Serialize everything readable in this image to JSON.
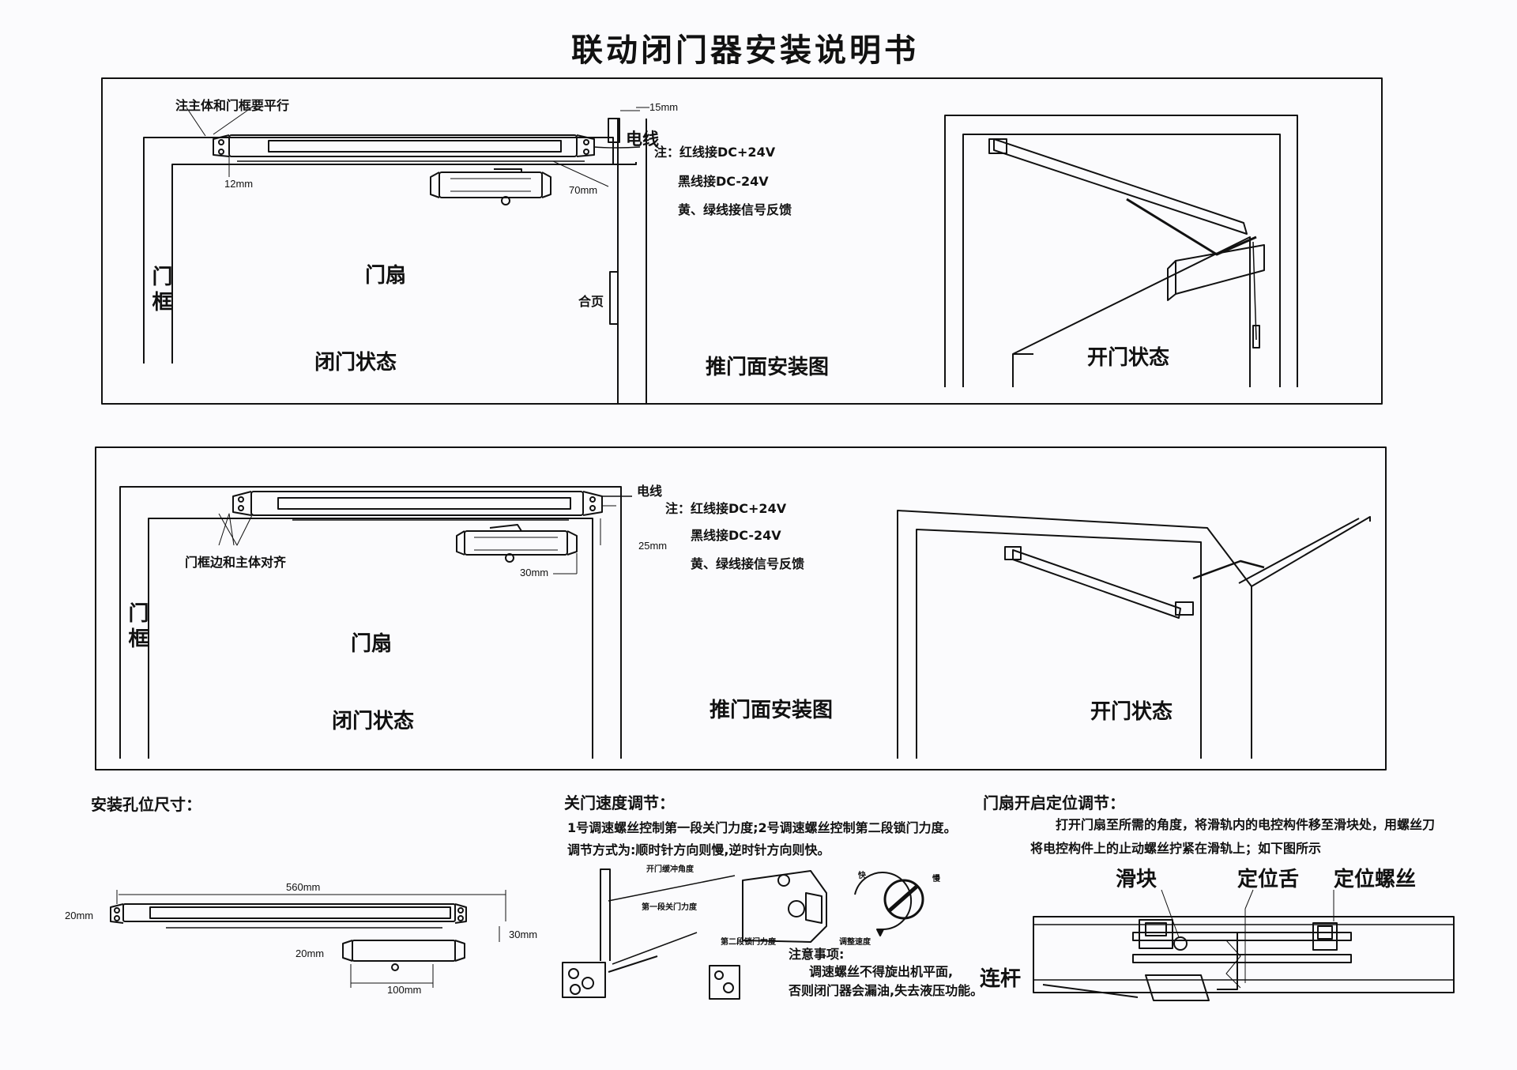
{
  "title": "联动闭门器安装说明书",
  "panel1": {
    "note_parallel": "注主体和门框要平行",
    "dim_15mm": "15mm",
    "dim_12mm": "12mm",
    "dim_70mm": "70mm",
    "wire": "电线",
    "wire_note_1": "注：红线接DC+24V",
    "wire_note_2": "黑线接DC-24V",
    "wire_note_3": "黄、绿线接信号反馈",
    "door_frame": "门框",
    "door_leaf": "门扇",
    "hinge": "合页",
    "closed_state": "闭门状态",
    "push_side": "推门面安装图",
    "open_state": "开门状态"
  },
  "panel2": {
    "wire": "电线",
    "wire_note_1": "注：红线接DC+24V",
    "wire_note_2": "黑线接DC-24V",
    "wire_note_3": "黄、绿线接信号反馈",
    "align_note": "门框边和主体对齐",
    "dim_25mm": "25mm",
    "dim_30mm": "30mm",
    "door_frame": "门框",
    "door_leaf": "门扇",
    "closed_state": "闭门状态",
    "push_side": "推门面安装图",
    "open_state": "开门状态"
  },
  "holes": {
    "heading": "安装孔位尺寸：",
    "dim_560": "560mm",
    "dim_20a": "20mm",
    "dim_30": "30mm",
    "dim_20b": "20mm",
    "dim_100": "100mm"
  },
  "speed": {
    "heading": "关门速度调节：",
    "line1": "1号调速螺丝控制第一段关门力度;2号调速螺丝控制第二段锁门力度。",
    "line2": "调节方式为:顺时针方向则慢,逆时针方向则快。",
    "buffer_angle": "开门缓冲角度",
    "stage1": "第一段关门力度",
    "stage2": "第二段锁门力度",
    "adjust_speed": "调整速度",
    "fast": "快",
    "slow": "慢",
    "caution_title": "注意事项:",
    "caution_1": "调速螺丝不得旋出机平面,",
    "caution_2": "否则闭门器会漏油,失去液压功能。"
  },
  "position": {
    "heading": "门扇开启定位调节：",
    "line1": "打开门扇至所需的角度，将滑轨内的电控构件移至滑块处，用螺丝刀",
    "line2": "将电控构件上的止动螺丝拧紧在滑轨上；如下图所示",
    "slider": "滑块",
    "tongue": "定位舌",
    "screw": "定位螺丝",
    "link": "连杆"
  }
}
